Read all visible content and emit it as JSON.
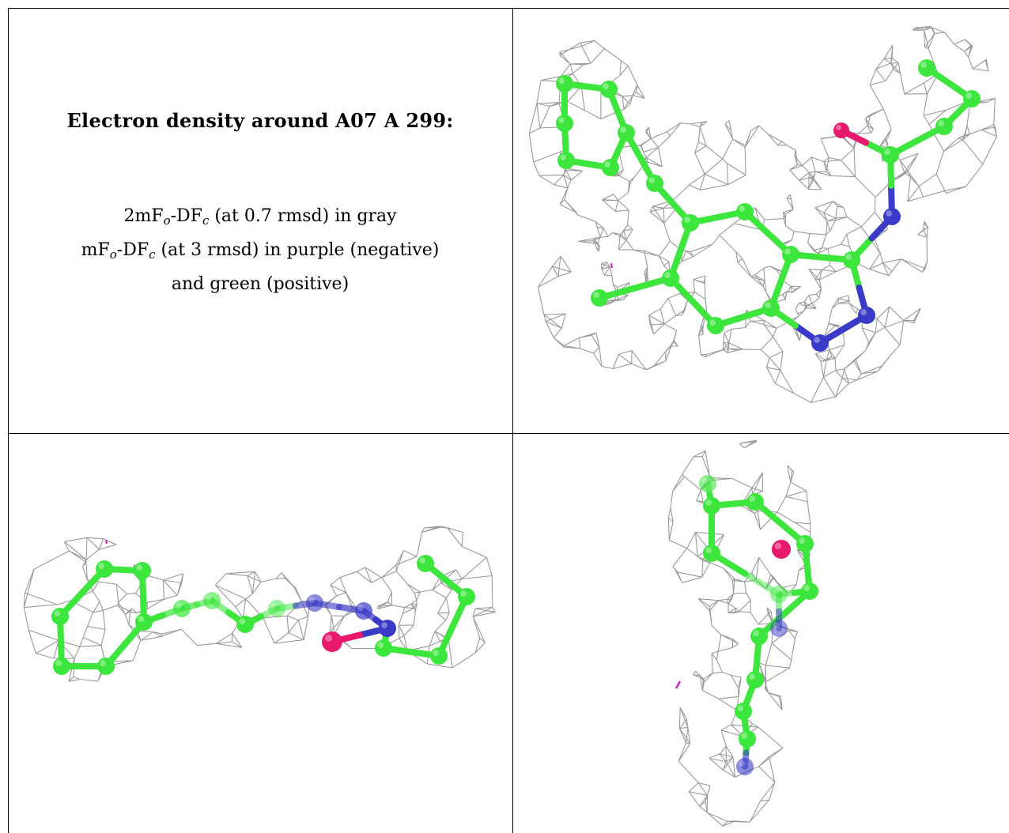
{
  "caption": {
    "title": "Electron density around A07 A 299:",
    "line1": {
      "pre": "2mF",
      "sub1": "o",
      "mid": "-DF",
      "sub2": "c",
      "post": " (at 0.7 rmsd) in gray"
    },
    "line2": {
      "pre": "mF",
      "sub1": "o",
      "mid": "-DF",
      "sub2": "c",
      "post": " (at 3 rmsd) in purple (negative)"
    },
    "line3": "and green (positive)"
  },
  "colors": {
    "mesh": "#9a9a9a",
    "carbon": "#3ce63c",
    "nitrogen": "#3a3ac8",
    "oxygen": "#e8186c",
    "negative_density": "#cc22cc"
  },
  "views": [
    {
      "name": "view-top-right",
      "icon": "electron-density-map-icon"
    },
    {
      "name": "view-bottom-left",
      "icon": "electron-density-map-icon"
    },
    {
      "name": "view-bottom-right",
      "icon": "electron-density-map-icon"
    }
  ]
}
